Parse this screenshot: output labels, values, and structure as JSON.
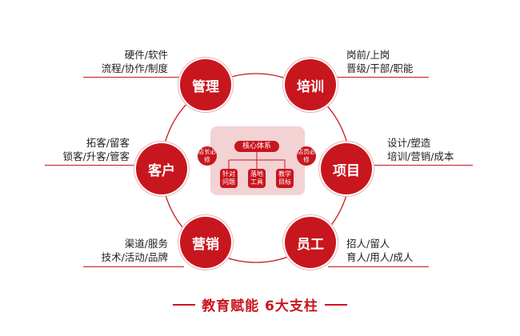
{
  "nodes": {
    "management": "管理",
    "training": "培训",
    "customer": "客户",
    "project": "项目",
    "marketing": "营销",
    "staff": "员工"
  },
  "tags": {
    "management": [
      "硬件/软件",
      "流程/协作/制度"
    ],
    "training": [
      "岗前/上岗",
      "晋级/干部/职能"
    ],
    "customer": [
      "拓客/留客",
      "锁客/升客/管客"
    ],
    "project": [
      "设计/塑造",
      "培训/营销/成本"
    ],
    "marketing": [
      "渠道/服务",
      "技术/活动/品牌"
    ],
    "staff": [
      "招人/留人",
      "育人/用人/成人"
    ]
  },
  "core": {
    "title": "核心体系",
    "left": "店长必修",
    "right": "店员必修",
    "items": [
      "针对问题",
      "落地工具",
      "教学目标"
    ]
  },
  "footer": "教育赋能 6大支柱",
  "colors": {
    "accent": "#c8161e",
    "core_bg": "#f3d2d3"
  }
}
